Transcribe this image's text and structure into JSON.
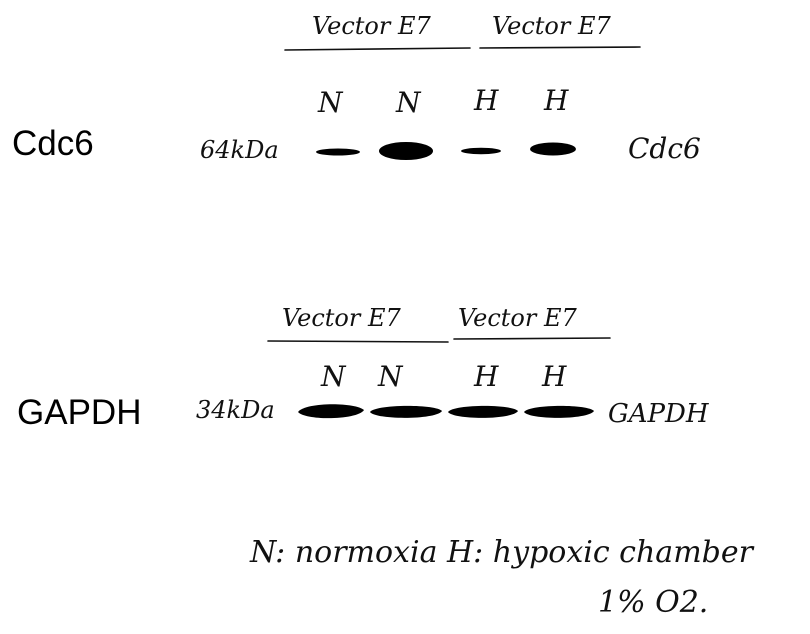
{
  "labels": {
    "cdc6": "Cdc6",
    "gapdh": "GAPDH"
  },
  "blot_top": {
    "groups": [
      "Vector E7",
      "Vector E7"
    ],
    "lanes": [
      "N",
      "N",
      "H",
      "H"
    ],
    "marker": "64kDa",
    "protein": "Cdc6",
    "band_intensity": [
      0.45,
      1.0,
      0.35,
      0.75
    ]
  },
  "blot_bottom": {
    "groups": [
      "Vector E7",
      "Vector E7"
    ],
    "lanes": [
      "N",
      "N",
      "H",
      "H"
    ],
    "marker": "34kDa",
    "protein": "GAPDH",
    "band_intensity": [
      1.0,
      0.95,
      0.95,
      0.95
    ]
  },
  "legend": {
    "line1": "N: normoxia   H: hypoxic chamber",
    "line2": "1% O2."
  },
  "colors": {
    "band": "#000000",
    "ink": "#111111"
  }
}
